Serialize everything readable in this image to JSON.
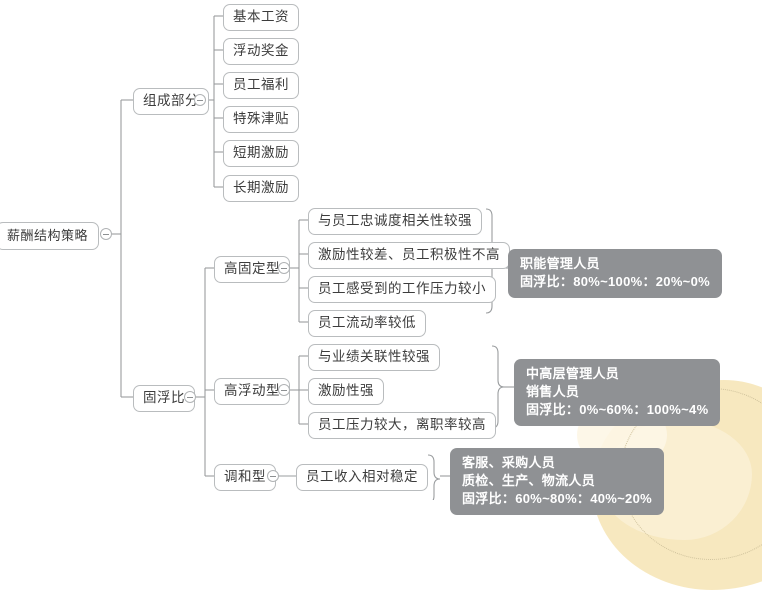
{
  "root": {
    "label": "薪酬结构策略"
  },
  "branches": [
    {
      "label": "组成部分",
      "children": [
        {
          "label": "基本工资"
        },
        {
          "label": "浮动奖金"
        },
        {
          "label": "员工福利"
        },
        {
          "label": "特殊津贴"
        },
        {
          "label": "短期激励"
        },
        {
          "label": "长期激励"
        }
      ]
    },
    {
      "label": "固浮比",
      "children": [
        {
          "label": "高固定型",
          "children": [
            {
              "label": "与员工忠诚度相关性较强"
            },
            {
              "label": "激励性较差、员工积极性不高"
            },
            {
              "label": "员工感受到的工作压力较小"
            },
            {
              "label": "员工流动率较低"
            }
          ],
          "callout": [
            "职能管理人员",
            "固浮比：80%~100%：20%~0%"
          ]
        },
        {
          "label": "高浮动型",
          "children": [
            {
              "label": "与业绩关联性较强"
            },
            {
              "label": "激励性强"
            },
            {
              "label": "员工压力较大，离职率较高"
            }
          ],
          "callout": [
            "中高层管理人员",
            "销售人员",
            "固浮比：0%~60%：100%~4%"
          ]
        },
        {
          "label": "调和型",
          "children": [
            {
              "label": "员工收入相对稳定"
            }
          ],
          "callout": [
            "客服、采购人员",
            "质检、生产、物流人员",
            "固浮比：60%~80%：40%~20%"
          ]
        }
      ]
    }
  ],
  "colors": {
    "node_border": "#b9bcbe",
    "node_text": "#3c3c3c",
    "wire": "#9a9d9f",
    "callout_bg": "#8f9194",
    "callout_text": "#ffffff",
    "background": "#ffffff",
    "decoration": "#f6e4b4"
  },
  "icons": {
    "collapse": "collapse-toggle-icon"
  }
}
